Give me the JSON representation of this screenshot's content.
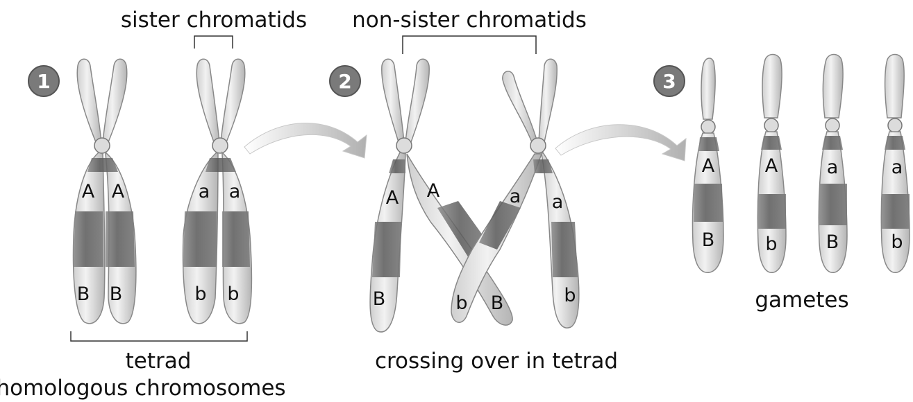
{
  "labels": {
    "sister_chromatids": "sister chromatids",
    "non_sister_chromatids": "non-sister chromatids",
    "tetrad": "tetrad",
    "homologous_chromosomes": "homologous chromosomes",
    "crossing_over": "crossing over in tetrad",
    "gametes": "gametes"
  },
  "steps": [
    "1",
    "2",
    "3"
  ],
  "alleles": {
    "step1": [
      "A",
      "A",
      "a",
      "a",
      "B",
      "B",
      "b",
      "b"
    ],
    "step2": [
      "A",
      "A",
      "a",
      "a",
      "B",
      "b",
      "B",
      "b"
    ],
    "step3": [
      "A",
      "A",
      "a",
      "a",
      "B",
      "b",
      "B",
      "b"
    ]
  },
  "colors": {
    "chromosome_light": "#e6e6e6",
    "chromosome_mid": "#b8b8b8",
    "band_dark": "#6a6a6a",
    "step_circle": "#7a7a7a",
    "arrow": "#bdbdbd",
    "text": "#111111"
  }
}
